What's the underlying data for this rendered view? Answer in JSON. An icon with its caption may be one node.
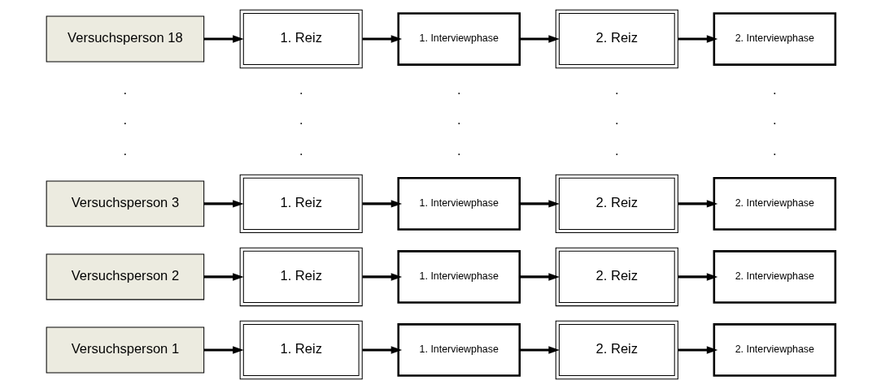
{
  "diagram": {
    "nodes": [
      {
        "text": [
          "Versuchsperson 1"
        ]
      },
      {
        "text": [
          "1. Reiz"
        ]
      },
      {
        "text": [
          "1. Interviewphase"
        ]
      },
      {
        "text": [
          "2. Reiz"
        ]
      },
      {
        "text": [
          "2. Interviewphase"
        ]
      },
      {
        "text": [
          "Versuchsperson 2"
        ]
      },
      {
        "text": [
          "1. Reiz"
        ]
      },
      {
        "text": [
          "1. Interviewphase"
        ]
      },
      {
        "text": [
          "2. Reiz"
        ]
      },
      {
        "text": [
          "2. Interviewphase"
        ]
      },
      {
        "text": [
          "Versuchsperson 3"
        ]
      },
      {
        "text": [
          "1. Reiz"
        ]
      },
      {
        "text": [
          "1. Interviewphase"
        ]
      },
      {
        "text": [
          "2. Reiz"
        ]
      },
      {
        "text": [
          "2. Interviewphase"
        ]
      },
      {
        "text": [
          "Versuchsperson 18"
        ]
      },
      {
        "text": [
          "1. Reiz"
        ]
      },
      {
        "text": [
          "1. Interviewphase"
        ]
      },
      {
        "text": [
          "2. Reiz"
        ]
      },
      {
        "text": [
          "2. Interviewphase"
        ]
      }
    ],
    "edges": [
      {
        "from": 0,
        "to": 1,
        "arrow": "to"
      },
      {
        "from": 1,
        "to": 2,
        "arrow": "to"
      },
      {
        "from": 2,
        "to": 3,
        "arrow": "to"
      },
      {
        "from": 3,
        "to": 4,
        "arrow": "to"
      },
      {
        "from": 5,
        "to": 6,
        "arrow": "to"
      },
      {
        "from": 6,
        "to": 7,
        "arrow": "to"
      },
      {
        "from": 7,
        "to": 8,
        "arrow": "to"
      },
      {
        "from": 8,
        "to": 9,
        "arrow": "to"
      },
      {
        "from": 10,
        "to": 11,
        "arrow": "to"
      },
      {
        "from": 11,
        "to": 12,
        "arrow": "to"
      },
      {
        "from": 12,
        "to": 13,
        "arrow": "to"
      },
      {
        "from": 13,
        "to": 14,
        "arrow": "to"
      },
      {
        "from": 15,
        "to": 16,
        "arrow": "to"
      },
      {
        "from": 16,
        "to": 17,
        "arrow": "to"
      },
      {
        "from": 17,
        "to": 18,
        "arrow": "to"
      },
      {
        "from": 18,
        "to": 19,
        "arrow": "to"
      }
    ],
    "labels": [
      ".",
      ".",
      ".",
      ".",
      ".",
      ".",
      ".",
      ".",
      ".",
      ".",
      ".",
      ".",
      ".",
      ".",
      "."
    ]
  }
}
